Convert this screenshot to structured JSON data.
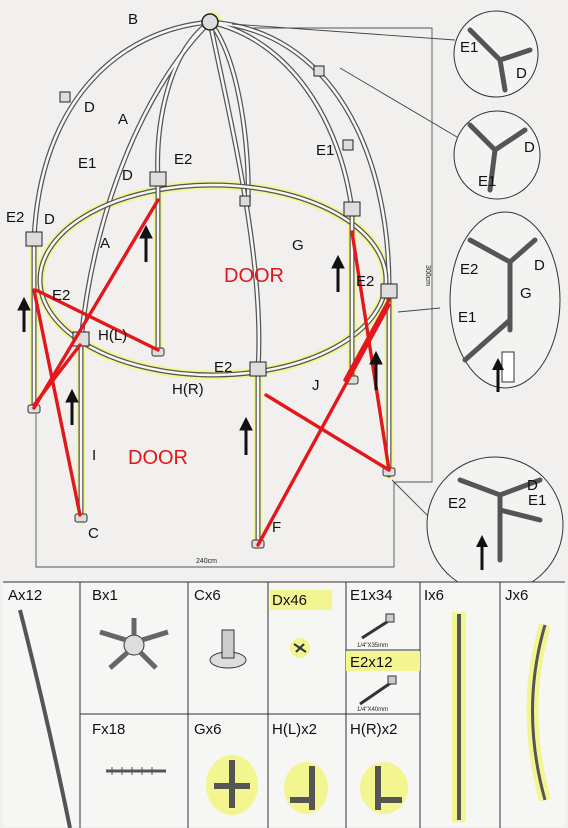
{
  "labels": {
    "B": "B",
    "A": "A",
    "D": "D",
    "E1": "E1",
    "E2": "E2",
    "G": "G",
    "HL": "H(L)",
    "HR": "H(R)",
    "I": "I",
    "J": "J",
    "C": "C",
    "F": "F",
    "door": "DOOR"
  },
  "dimensions": {
    "height": "300cm",
    "width": "240cm"
  },
  "parts": {
    "A": "Ax12",
    "B": "Bx1",
    "C": "Cx6",
    "D": "Dx46",
    "E1": "E1x34",
    "E1_size": "1/4\"X35mm",
    "E2": "E2x12",
    "E2_size": "1/4\"X40mm",
    "I": "Ix6",
    "J": "Jx6",
    "F": "Fx18",
    "G": "Gx6",
    "HL": "H(L)x2",
    "HR": "H(R)x2"
  },
  "colors": {
    "highlight": "#f3f590",
    "brace": "#e2181d",
    "door_text": "#e0161b"
  }
}
